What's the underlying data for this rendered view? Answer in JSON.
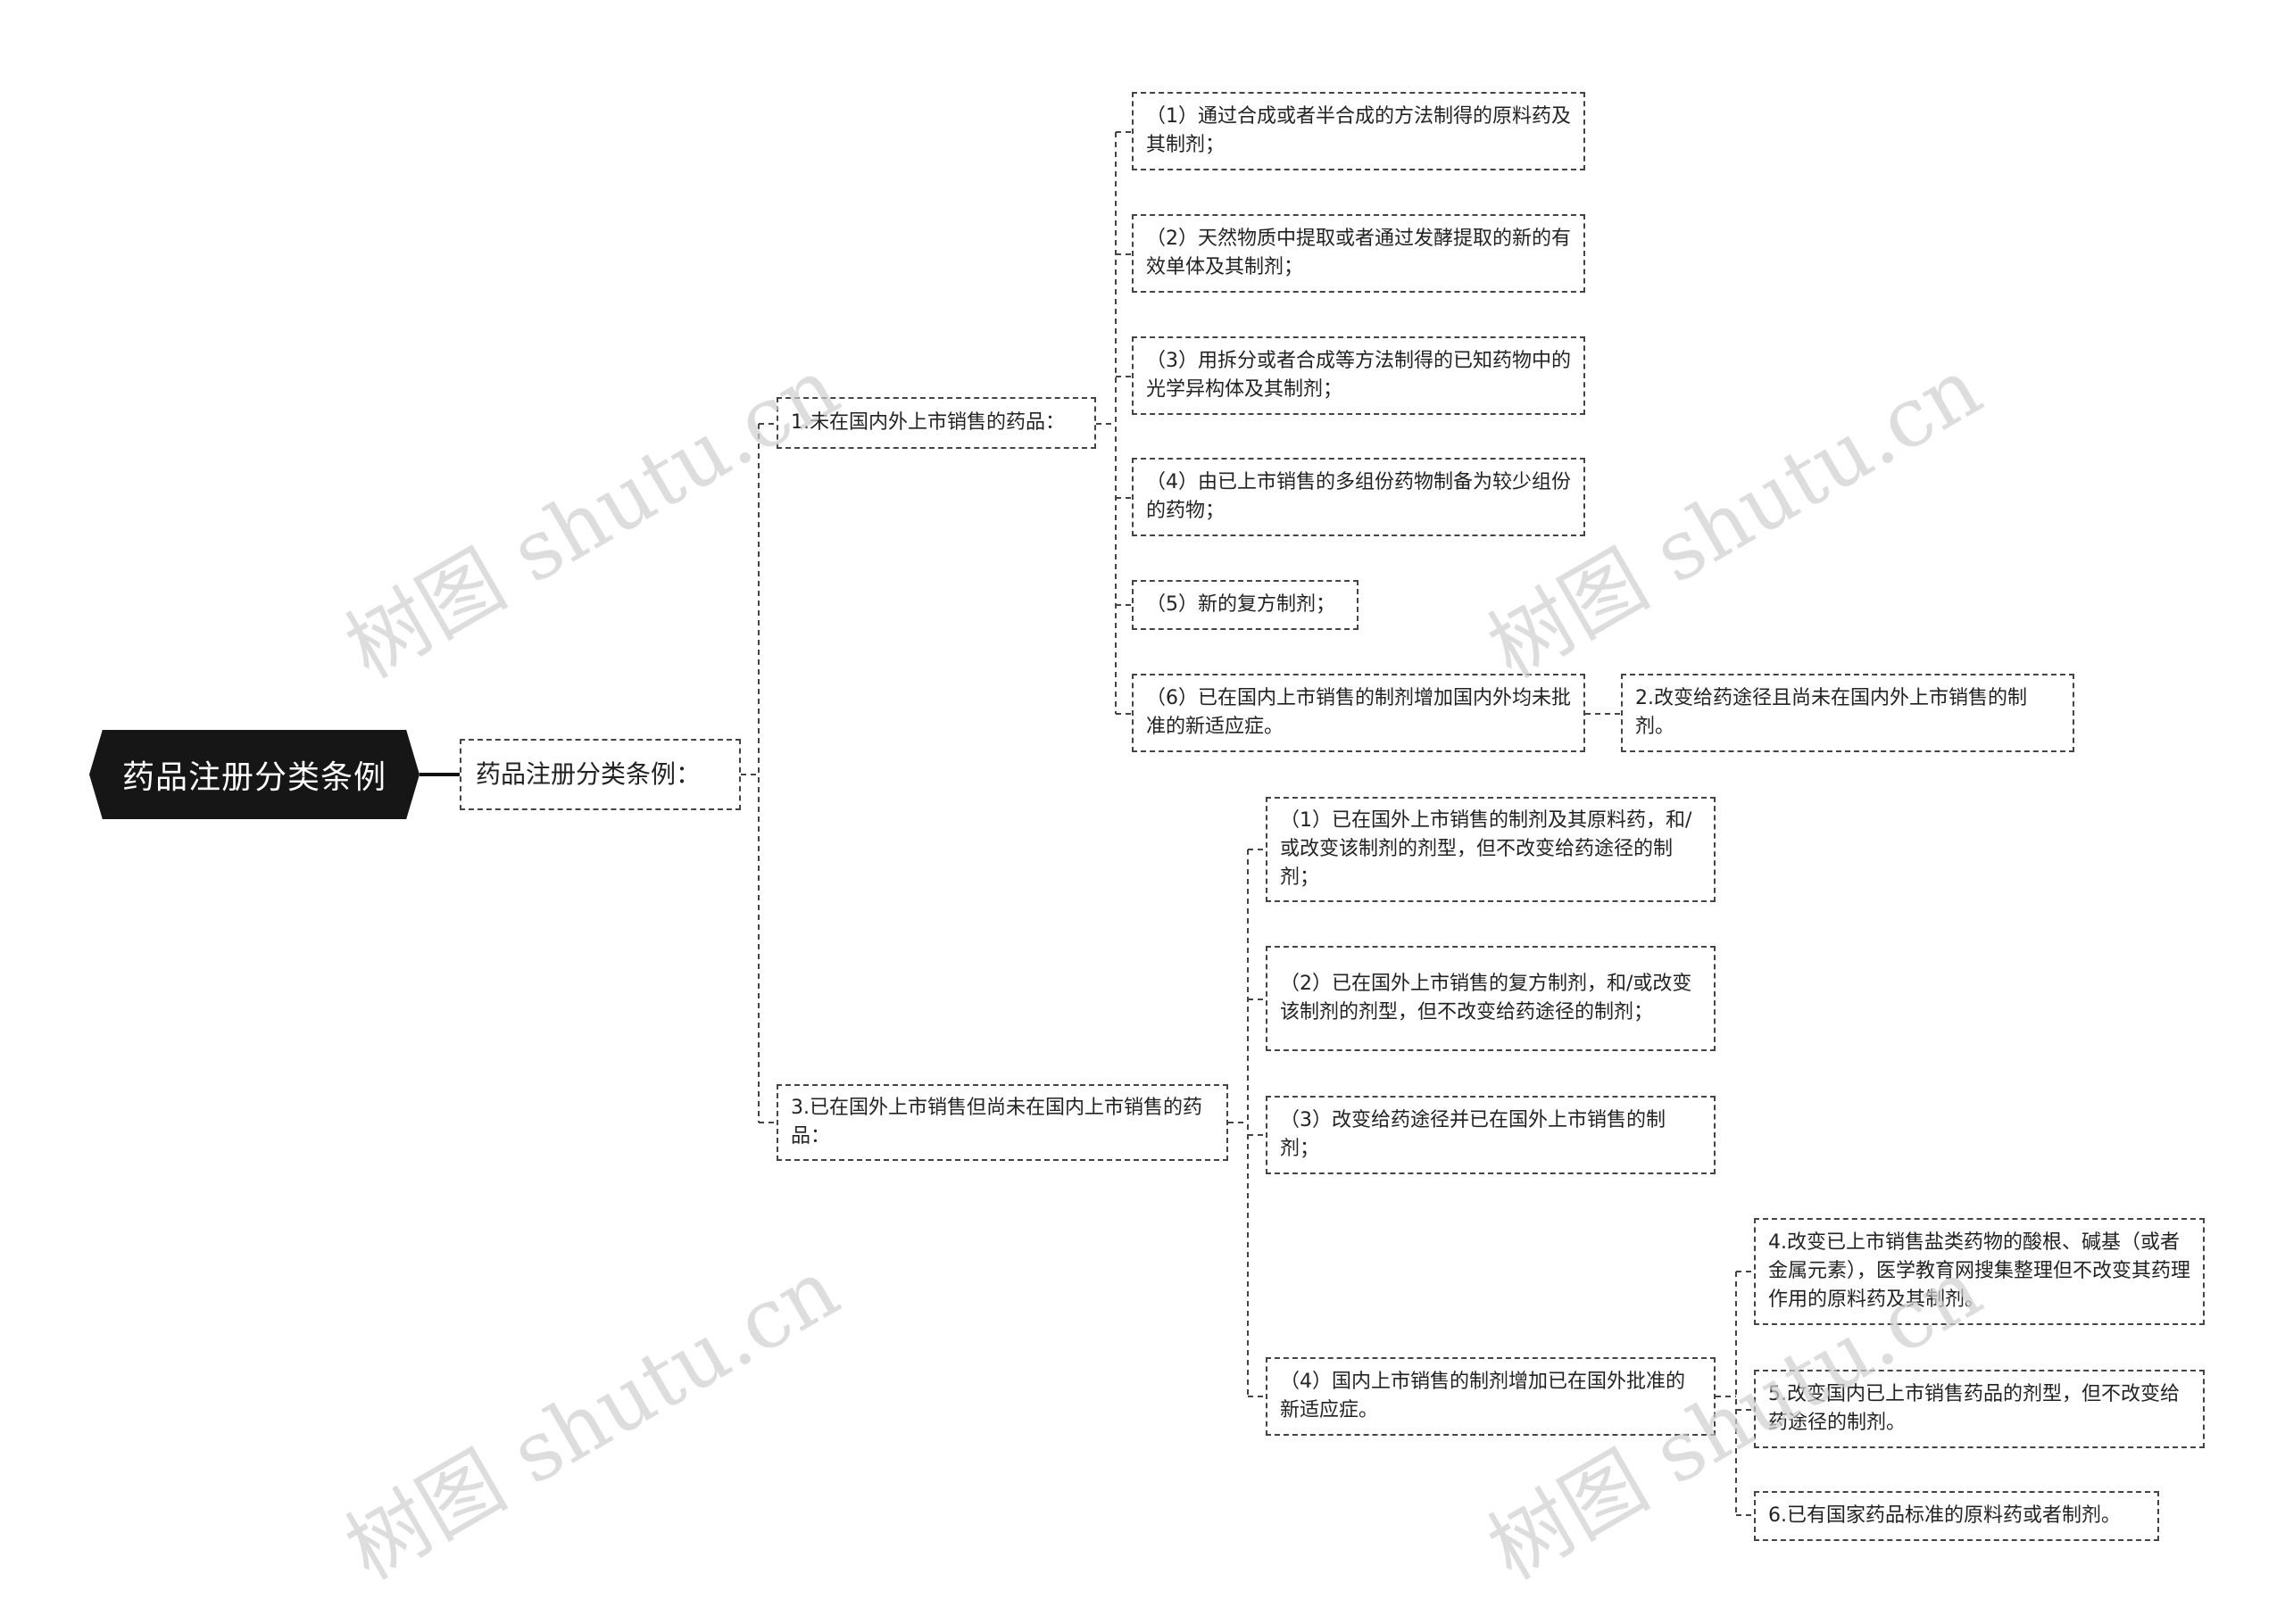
{
  "root": {
    "label": "药品注册分类条例"
  },
  "level1": {
    "label": "药品注册分类条例："
  },
  "branches": [
    {
      "label": "1.未在国内外上市销售的药品：",
      "children": [
        "（1）通过合成或者半合成的方法制得的原料药及其制剂；",
        "（2）天然物质中提取或者通过发酵提取的新的有效单体及其制剂；",
        "（3）用拆分或者合成等方法制得的已知药物中的光学异构体及其制剂；",
        "（4）由已上市销售的多组份药物制备为较少组份的药物；",
        "（5）新的复方制剂；",
        "（6）已在国内上市销售的制剂增加国内外均未批准的新适应症。"
      ],
      "extra": "2.改变给药途径且尚未在国内外上市销售的制剂。"
    },
    {
      "label": "3.已在国外上市销售但尚未在国内上市销售的药品：",
      "children": [
        "（1）已在国外上市销售的制剂及其原料药，和/或改变该制剂的剂型，但不改变给药途径的制剂；",
        "（2）已在国外上市销售的复方制剂，和/或改变该制剂的剂型，但不改变给药途径的制剂；",
        "（3）改变给药途径并已在国外上市销售的制剂；",
        "（4）国内上市销售的制剂增加已在国外批准的新适应症。"
      ],
      "extra": [
        "4.改变已上市销售盐类药物的酸根、碱基（或者金属元素），医学教育网搜集整理但不改变其药理作用的原料药及其制剂。",
        "5.改变国内已上市销售药品的剂型，但不改变给药途径的制剂。",
        "6.已有国家药品标准的原料药或者制剂。"
      ]
    }
  ],
  "watermark": "树图 shutu.cn"
}
